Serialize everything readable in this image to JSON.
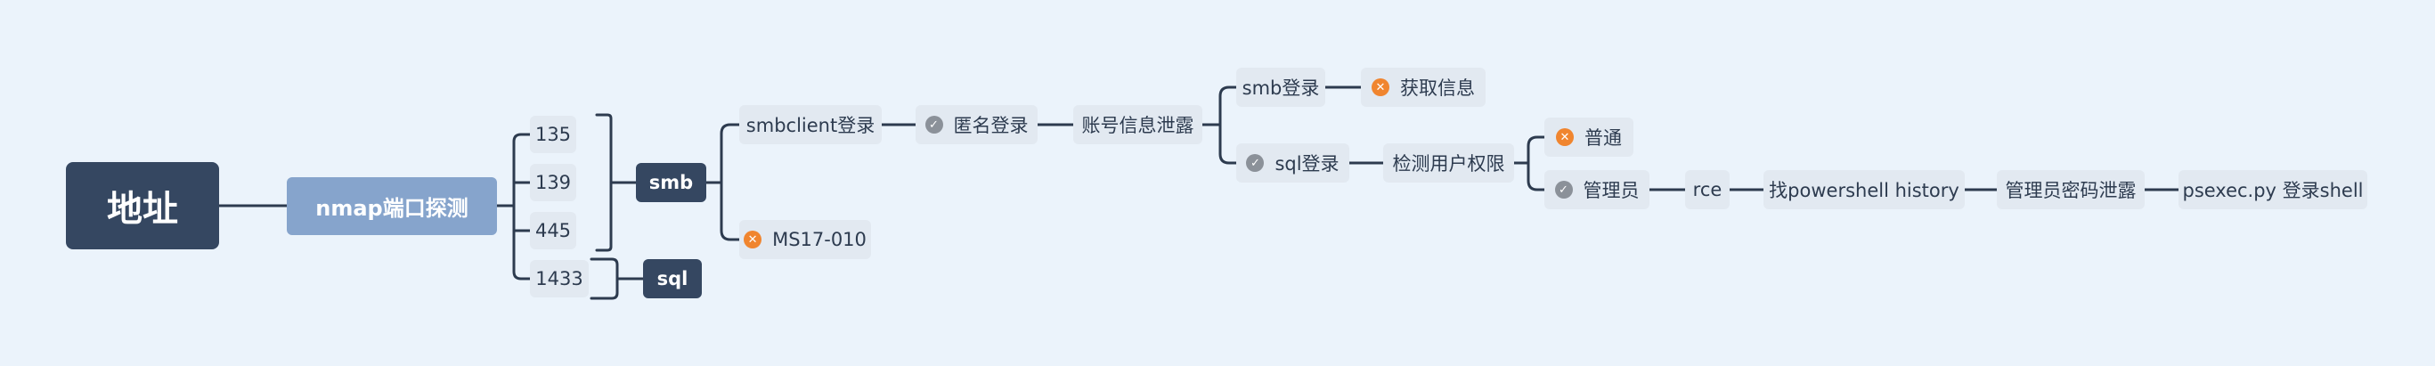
{
  "root": {
    "label": "地址"
  },
  "scan": {
    "label": "nmap端口探测"
  },
  "ports": [
    "135",
    "139",
    "445",
    "1433"
  ],
  "services": {
    "smb": "smb",
    "sql": "sql"
  },
  "smb_branch": {
    "smbclient": "smbclient登录",
    "anon_login": "匿名登录",
    "account_leak": "账号信息泄露",
    "smb_login": "smb登录",
    "get_info": "获取信息",
    "ms17": "MS17-010"
  },
  "sql_branch": {
    "sql_login": "sql登录",
    "check_perm": "检测用户权限",
    "normal": "普通",
    "admin": "管理员",
    "rce": "rce",
    "find_history": "找powershell history",
    "admin_pw_leak": "管理员密码泄露",
    "psexec": "psexec.py 登录shell"
  },
  "icons": {
    "check": {
      "name": "check-circle-icon",
      "glyph": "✓",
      "color": "#8b9199"
    },
    "cross": {
      "name": "cross-circle-icon",
      "glyph": "✕",
      "color": "#f0852f"
    }
  },
  "colors": {
    "background": "#ebf3fb",
    "dark_node": "#354761",
    "main_node": "#86a4cc",
    "leaf_node": "#e2e9f1",
    "line": "#2d3b4f"
  }
}
